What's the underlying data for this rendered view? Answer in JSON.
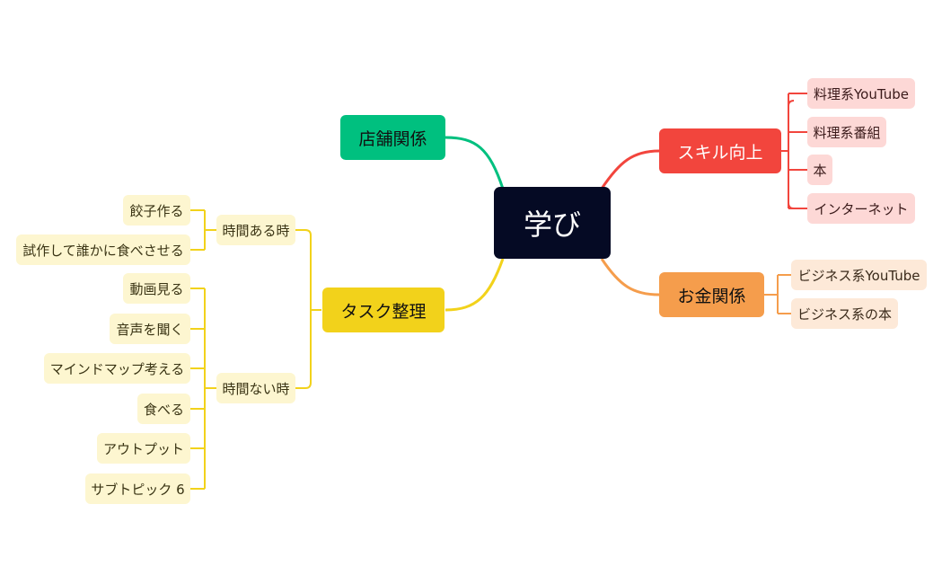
{
  "central": {
    "label": "学び"
  },
  "colors": {
    "central_bg": "#050a24",
    "green": "#00c07f",
    "red": "#f2453d",
    "orange": "#f59d4c",
    "yellow": "#f2d21b"
  },
  "branches": {
    "store": {
      "label": "店舗関係"
    },
    "skill": {
      "label": "スキル向上",
      "children": [
        "料理系YouTube",
        "料理系番組",
        "本",
        "インターネット"
      ]
    },
    "money": {
      "label": "お金関係",
      "children": [
        "ビジネス系YouTube",
        "ビジネス系の本"
      ]
    },
    "task": {
      "label": "タスク整理",
      "with_time": {
        "label": "時間ある時",
        "children": [
          "餃子作る",
          "試作して誰かに食べさせる"
        ]
      },
      "no_time": {
        "label": "時間ない時",
        "children": [
          "動画見る",
          "音声を聞く",
          "マインドマップ考える",
          "食べる",
          "アウトプット",
          "サブトピック 6"
        ]
      }
    }
  }
}
